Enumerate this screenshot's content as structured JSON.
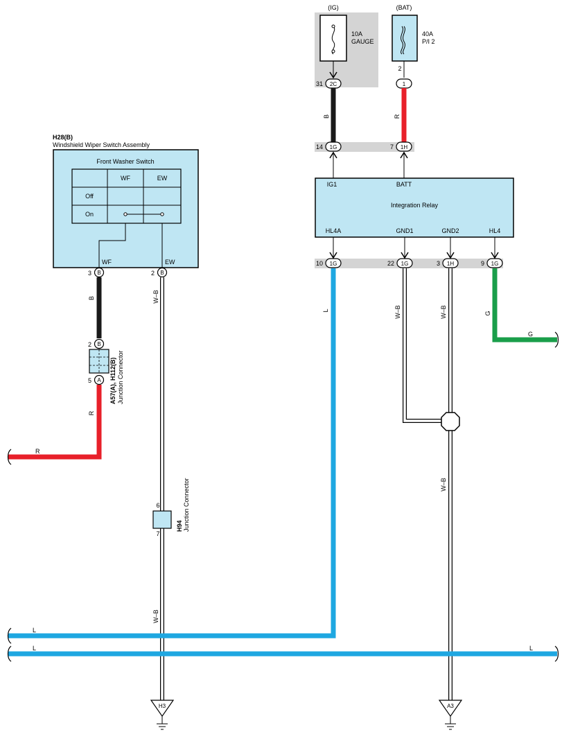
{
  "fuses": {
    "ig_header": "(IG)",
    "ig_amp": "10A",
    "ig_name": "GAUGE",
    "bat_header": "(BAT)",
    "bat_amp": "40A",
    "bat_name": "P/I 2"
  },
  "switch_assembly": {
    "id": "H28(B)",
    "name": "Windshield Wiper Switch Assembly",
    "table_title": "Front Washer Switch",
    "col_wf": "WF",
    "col_ew": "EW",
    "row_off": "Off",
    "row_on": "On",
    "pin_wf": "WF",
    "pin_ew": "EW"
  },
  "relay": {
    "name": "Integration Relay",
    "pin_ig1": "IG1",
    "pin_batt": "BATT",
    "pin_hl4a": "HL4A",
    "pin_gnd1": "GND1",
    "pin_gnd2": "GND2",
    "pin_hl4": "HL4"
  },
  "connectors": {
    "c31": {
      "num": "31",
      "code": "2C"
    },
    "c2": {
      "num": "2",
      "code": "1"
    },
    "c14": {
      "num": "14",
      "code": "1G"
    },
    "c7": {
      "num": "7",
      "code": "1H"
    },
    "c10": {
      "num": "10",
      "code": "1G"
    },
    "c22": {
      "num": "22",
      "code": "1G"
    },
    "c3h": {
      "num": "3",
      "code": "1H"
    },
    "c9": {
      "num": "9",
      "code": "1G"
    },
    "sw3": {
      "num": "3",
      "code": "B"
    },
    "sw2": {
      "num": "2",
      "code": "B"
    },
    "jc2": {
      "num": "2",
      "code": "B"
    },
    "jc5": {
      "num": "5",
      "code": "A"
    }
  },
  "junction_a57": {
    "id": "A57(A), H112(B)",
    "name": "Junction Connector"
  },
  "junction_h94": {
    "id": "H94",
    "name": "Junction Connector",
    "pin_in": "6",
    "pin_out": "7"
  },
  "wires": {
    "b_ig": "B",
    "r_bat": "R",
    "b_sw": "B",
    "r_left": "R",
    "r_bottom": "R",
    "wb_sw": "W–B",
    "wb_sw_low": "W–B",
    "l_vert": "L",
    "wb_gnd1": "W–B",
    "wb_gnd2": "W–B",
    "wb_low": "W–B",
    "g_vert": "G",
    "g_horiz": "G",
    "l_top": "L",
    "l_bottom_left": "L",
    "l_bottom_right": "L"
  },
  "grounds": {
    "h3": "H3",
    "a3": "A3"
  },
  "colors": {
    "black_wire": "#1a1a1a",
    "red_wire": "#e8202a",
    "blue_wire": "#1ea7e1",
    "green_wire": "#1a9e4a",
    "component_fill": "#bfe6f3",
    "gray_bar": "#d4d4d4"
  }
}
